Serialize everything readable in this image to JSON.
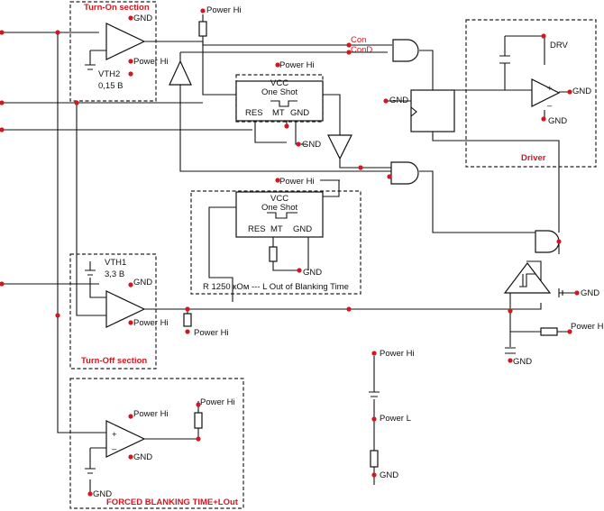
{
  "sections": {
    "turn_on": "Turn-On section",
    "turn_off": "Turn-Off section",
    "forced_blanking": "FORCED BLANKING TIME+LOut",
    "driver": "Driver",
    "blanking_note": "R 1250 кОм --- L Out of Blanking Time"
  },
  "signals": {
    "con": "Con",
    "cond": "ConD"
  },
  "labels": {
    "gnd": "GND",
    "power_hi": "Power Hi",
    "power_l": "Power L",
    "drv": "DRV",
    "vcc": "VCC",
    "one_shot": "One Shot",
    "res": "RES",
    "mt": "MT",
    "vth2": "VTH2",
    "vth2_value": "0,15 В",
    "vth1": "VTH1",
    "vth1_value": "3,3 В",
    "plus": "+",
    "minus": "–"
  },
  "colors": {
    "accent": "#d01820",
    "wire": "#111111"
  }
}
